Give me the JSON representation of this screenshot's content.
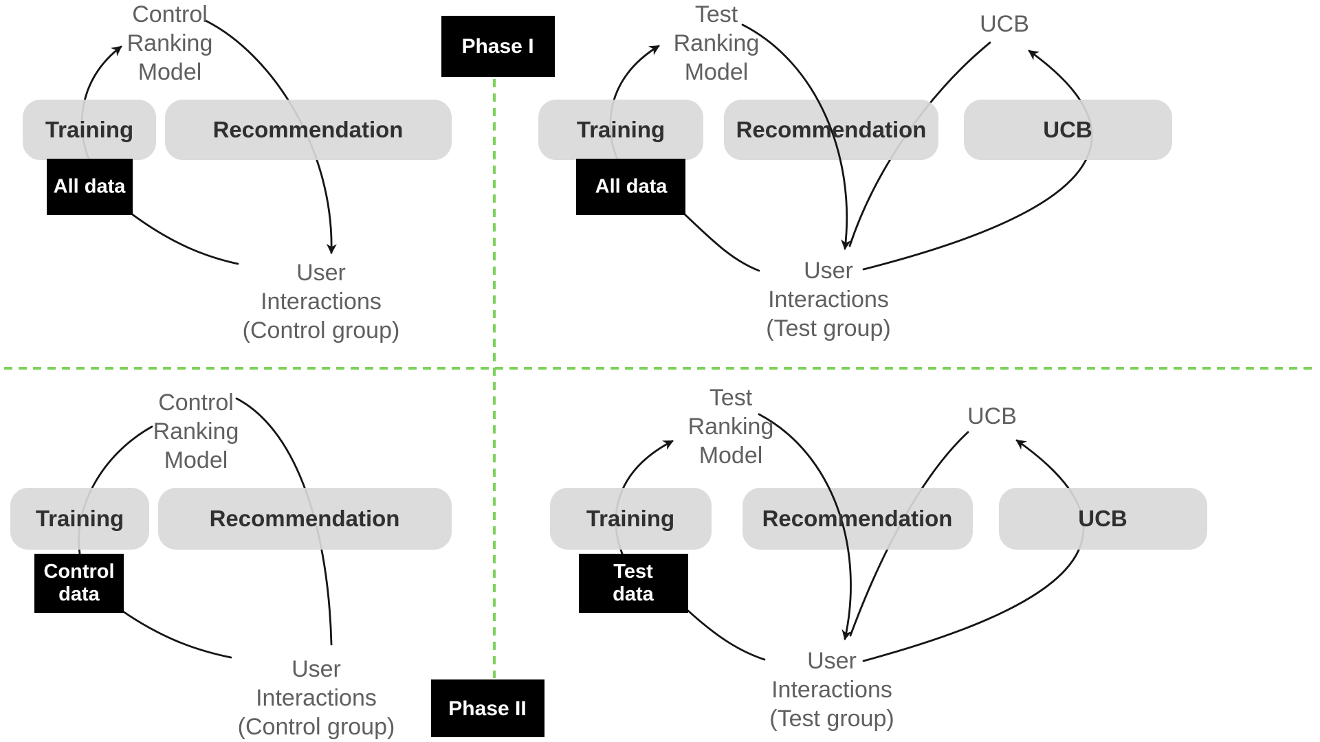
{
  "colors": {
    "box-gray": "#d9d9d9",
    "box-label": "#303030",
    "gray-text": "#606060",
    "black-box": "#000000",
    "white-text": "#ffffff",
    "divider-green": "#7cd35b",
    "arrow": "#151515"
  },
  "phases": {
    "phase1": "Phase I",
    "phase2": "Phase II"
  },
  "quadrants": {
    "top_left": {
      "model": "Control\nRanking\nModel",
      "training": "Training",
      "recommendation": "Recommendation",
      "data_box": "All data",
      "user": "User\nInteractions\n(Control group)"
    },
    "top_right": {
      "model": "Test\nRanking\nModel",
      "training": "Training",
      "recommendation": "Recommendation",
      "ucb_box": "UCB",
      "ucb_label": "UCB",
      "data_box": "All data",
      "user": "User\nInteractions\n(Test group)"
    },
    "bottom_left": {
      "model": "Control\nRanking\nModel",
      "training": "Training",
      "recommendation": "Recommendation",
      "data_box": "Control\ndata",
      "user": "User\nInteractions\n(Control group)"
    },
    "bottom_right": {
      "model": "Test\nRanking\nModel",
      "training": "Training",
      "recommendation": "Recommendation",
      "ucb_box": "UCB",
      "ucb_label": "UCB",
      "data_box": "Test\ndata",
      "user": "User\nInteractions\n(Test group)"
    }
  }
}
